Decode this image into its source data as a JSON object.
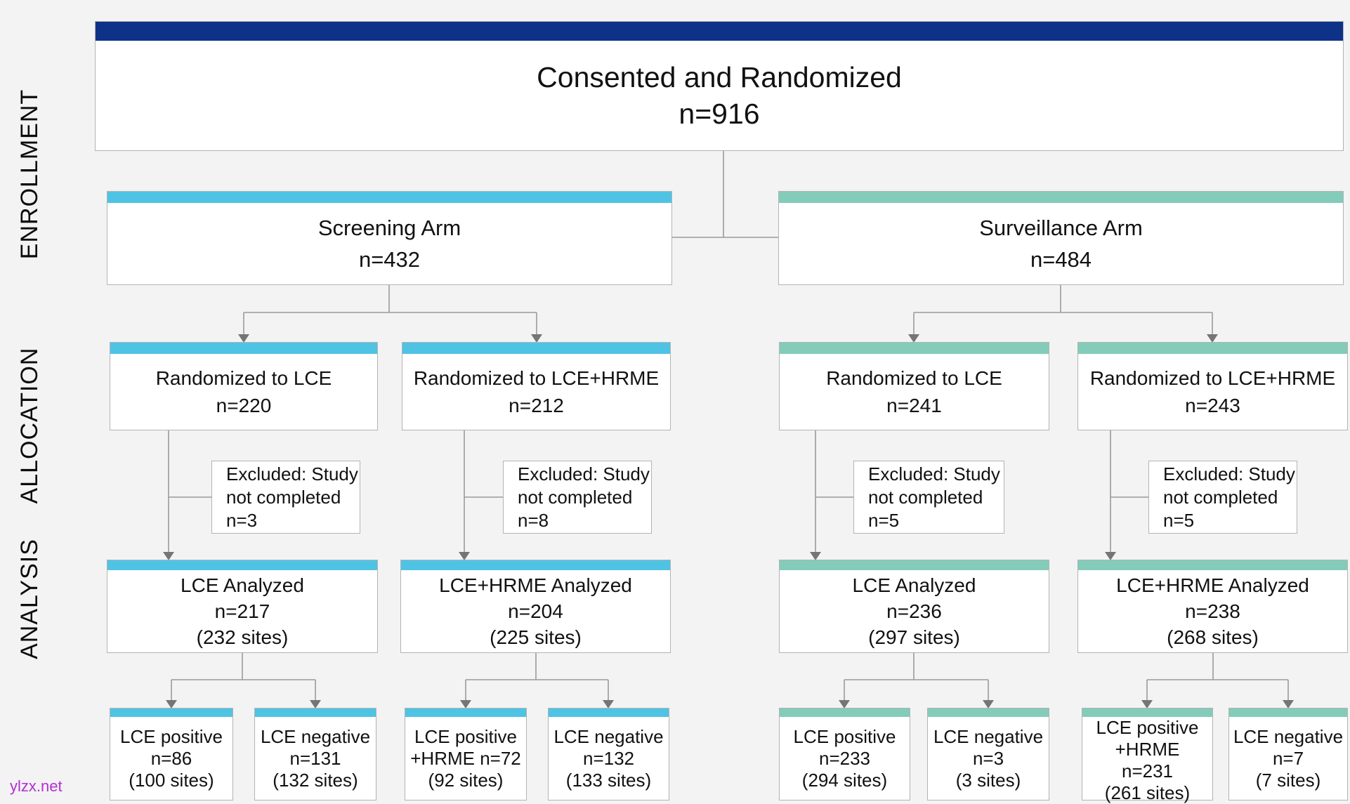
{
  "colors": {
    "enrollment_header": "#0d3287",
    "screening_accent": "#4fc3e4",
    "surveillance_accent": "#83ccba",
    "connector_line": "#9a9a9a",
    "watermark_text": "#b42fd6"
  },
  "stages": [
    {
      "id": "enrollment",
      "label": "ENROLLMENT"
    },
    {
      "id": "allocation",
      "label": "ALLOCATION"
    },
    {
      "id": "analysis",
      "label": "ANALYSIS"
    }
  ],
  "flow": {
    "top": {
      "line1": "Consented and Randomized",
      "line2": "n=916"
    },
    "arms": [
      {
        "id": "screening",
        "line1": "Screening Arm",
        "line2": "n=432"
      },
      {
        "id": "surveillance",
        "line1": "Surveillance Arm",
        "line2": "n=484"
      }
    ],
    "allocation": [
      {
        "id": "screening-lce",
        "line1": "Randomized to LCE",
        "line2": "n=220"
      },
      {
        "id": "screening-lce-hrme",
        "line1": "Randomized to LCE+HRME",
        "line2": "n=212"
      },
      {
        "id": "surveillance-lce",
        "line1": "Randomized to LCE",
        "line2": "n=241"
      },
      {
        "id": "surveillance-lce-hrme",
        "line1": "Randomized to LCE+HRME",
        "line2": "n=243"
      }
    ],
    "excluded": [
      {
        "line1": "Excluded: Study",
        "line2": "not completed",
        "line3": "n=3"
      },
      {
        "line1": "Excluded: Study",
        "line2": "not completed",
        "line3": "n=8"
      },
      {
        "line1": "Excluded: Study",
        "line2": "not completed",
        "line3": "n=5"
      },
      {
        "line1": "Excluded: Study",
        "line2": "not completed",
        "line3": "n=5"
      }
    ],
    "analyzed": [
      {
        "line1": "LCE Analyzed",
        "line2": "n=217",
        "line3": "(232 sites)"
      },
      {
        "line1": "LCE+HRME Analyzed",
        "line2": "n=204",
        "line3": "(225 sites)"
      },
      {
        "line1": "LCE Analyzed",
        "line2": "n=236",
        "line3": "(297 sites)"
      },
      {
        "line1": "LCE+HRME Analyzed",
        "line2": "n=238",
        "line3": "(268 sites)"
      }
    ],
    "outcomes": [
      {
        "line1": "LCE positive",
        "line2": "n=86",
        "line3": "(100 sites)"
      },
      {
        "line1": "LCE negative",
        "line2": "n=131",
        "line3": "(132 sites)"
      },
      {
        "line1": "LCE positive",
        "line2": "+HRME n=72",
        "line3": "(92 sites)"
      },
      {
        "line1": "LCE negative",
        "line2": "n=132",
        "line3": "(133 sites)"
      },
      {
        "line1": "LCE positive",
        "line2": "n=233",
        "line3": "(294 sites)"
      },
      {
        "line1": "LCE negative",
        "line2": "n=3",
        "line3": "(3 sites)"
      },
      {
        "line1": "LCE positive",
        "line2": "+HRME",
        "line3": "n=231",
        "line4": "(261 sites)"
      },
      {
        "line1": "LCE negative",
        "line2": "n=7",
        "line3": "(7 sites)"
      }
    ]
  },
  "watermark": "ylzx.net"
}
